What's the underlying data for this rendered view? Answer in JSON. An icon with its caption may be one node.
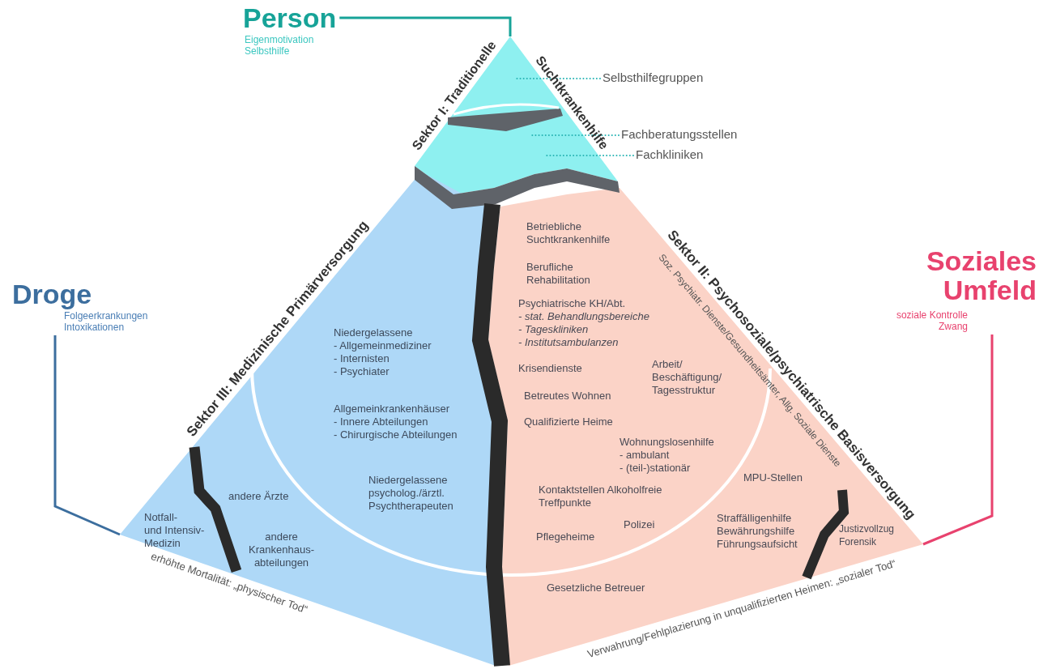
{
  "diagram": {
    "nodes": [
      {
        "text": [
          "Person",
          "Eigenmotivation Selbsthilfe"
        ]
      },
      {
        "text": [
          "Droge",
          "Folgeerkrankungen Intoxikationen"
        ]
      },
      {
        "text": [
          "Soziales Umfeld",
          "soziale Kontrolle Zwang"
        ]
      },
      {
        "text": [
          "Sektor I: Traditionelle",
          "Suchtkrankenhilfe"
        ]
      },
      {
        "text": [
          "Selbsthilfegruppen"
        ]
      },
      {
        "text": [
          "Fachberatungsstellen"
        ]
      },
      {
        "text": [
          "Fachkliniken"
        ]
      },
      {
        "text": [
          "Sektor III: Medizinische Primärversorgung",
          "Niedergelassene - Allgemeinmediziner - Internisten - Psychiater",
          "Allgemeinkrankenhäuser - Innere Abteilungen - Chirurgische Abteilungen",
          "andere Ärzte",
          "Niedergelassene psycholog./ärztl. Psychtherapeuten",
          "Notfall- und Intensiv- Medizin",
          "andere Krankenhaus- abteilungen"
        ],
        "beside": [
          "erhöhte Mortalität: „physischer Tod“"
        ]
      },
      {
        "text": [
          "Sektor II: Psychosoziale/psychiatrische Basisversorgung",
          "Soz. Psychiatr. Dienste/Gesundheitsämter, Allg. Soziale Dienste",
          "Betriebliche Suchtkrankenhilfe",
          "Berufliche Rehabilitation",
          "Psychiatrische KH/Abt. *- stat. Behandlungsbereiche* *- Tageskliniken* *- Institutsambulanzen*",
          "Krisendienste",
          "Arbeit/ Beschäftigung/ Tagesstruktur",
          "Betreutes Wohnen",
          "Qualifizierte Heime",
          "Wohnungslosenhilfe - ambulant - (teil-)stationär",
          "Kontaktstellen Alkoholfreie Treffpunkte",
          "MPU-Stellen",
          "Pflegeheime",
          "Polizei",
          "Straffälligenhilfe Bewährungshilfe Führungsaufsicht",
          "Justizvollzug Forensik",
          "Gesetzliche Betreuer"
        ],
        "beside": [
          "Verwahrung/Fehlplazierung in unqualifizierten Heimen: „sozialer Tod“"
        ]
      }
    ],
    "edges": [
      {
        "from": 0,
        "to": 3,
        "arrow": "none",
        "color": "#17a398"
      },
      {
        "from": 1,
        "to": 7,
        "arrow": "none",
        "color": "#3c6e9e"
      },
      {
        "from": 2,
        "to": 8,
        "arrow": "none",
        "color": "#e8426e"
      },
      {
        "from": 4,
        "to": 3,
        "arrow": "none",
        "style": "dashed",
        "color": "#2bb5b5"
      },
      {
        "from": 5,
        "to": 3,
        "arrow": "none",
        "style": "dashed",
        "color": "#2bb5b5"
      },
      {
        "from": 6,
        "to": 3,
        "arrow": "none",
        "style": "dashed",
        "color": "#2bb5b5"
      }
    ]
  }
}
